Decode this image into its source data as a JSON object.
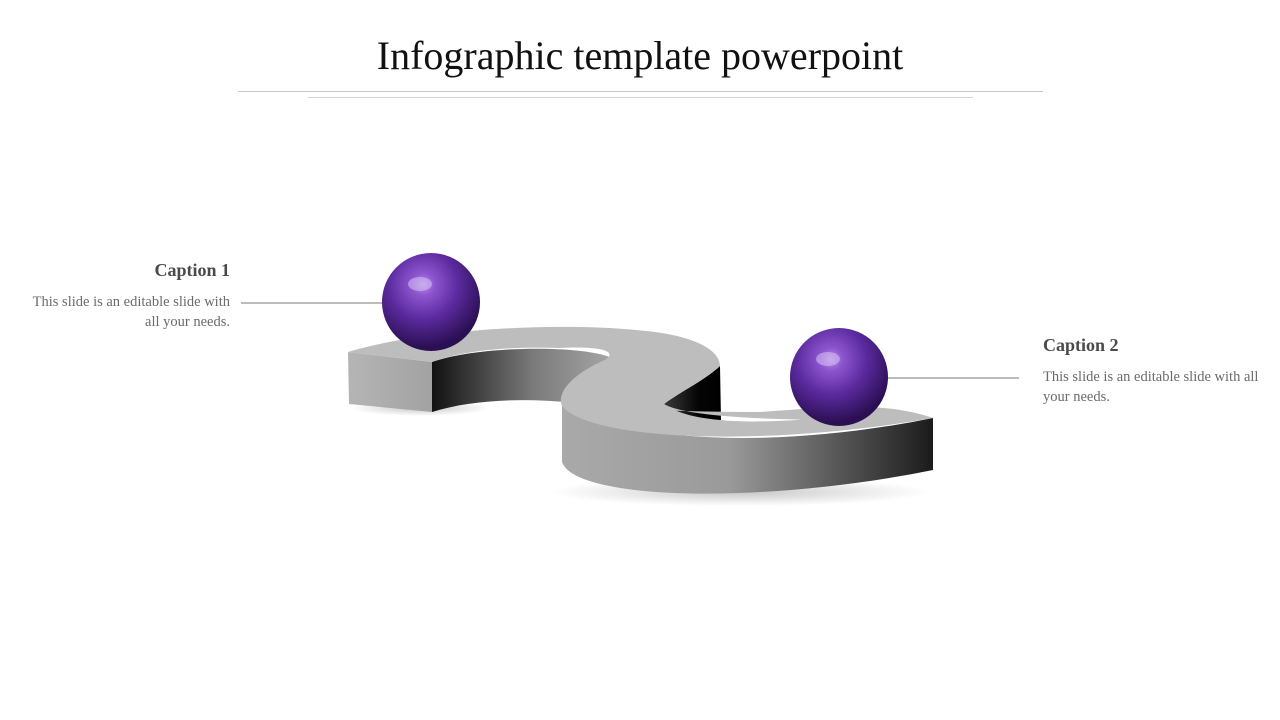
{
  "slide": {
    "title": "Infographic template powerpoint"
  },
  "captions": [
    {
      "title": "Caption 1",
      "text": "This slide is an editable slide with all your needs."
    },
    {
      "title": "Caption 2",
      "text": "This slide is an editable slide with all your needs."
    }
  ],
  "colors": {
    "sphere": "#5b2a9e",
    "shape_top": "#bdbdbd",
    "shape_side_dark": "#1a1a1a",
    "connector": "#7a7a7a"
  }
}
